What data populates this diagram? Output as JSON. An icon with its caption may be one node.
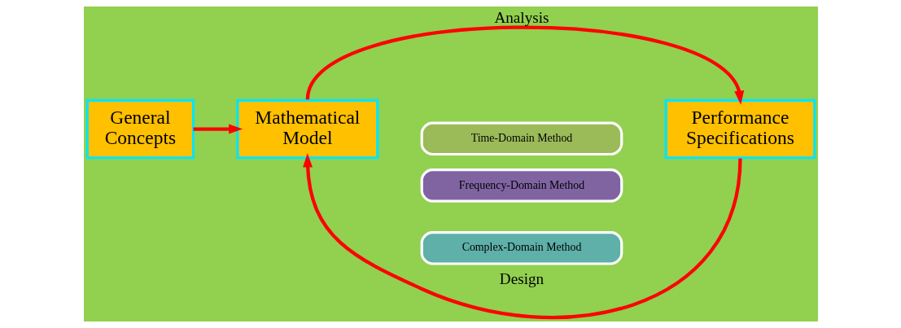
{
  "diagram": {
    "nodes": [
      {
        "text": [
          "General Concepts"
        ]
      },
      {
        "text": [
          "Mathematical Model"
        ]
      },
      {
        "text": [
          "Time-Domain Method"
        ]
      },
      {
        "text": [
          "Complex-Domain Method"
        ]
      },
      {
        "text": [
          "Frequency-Domain Method"
        ]
      },
      {
        "text": [
          "Performance Specifications"
        ]
      }
    ],
    "edges": [
      {
        "from": 0,
        "to": 1,
        "arrow": "to"
      },
      {
        "from": 1,
        "to": 5,
        "arrow": "to",
        "label": "Analysis"
      },
      {
        "from": 5,
        "to": 1,
        "arrow": "to",
        "label": "Design"
      }
    ]
  }
}
